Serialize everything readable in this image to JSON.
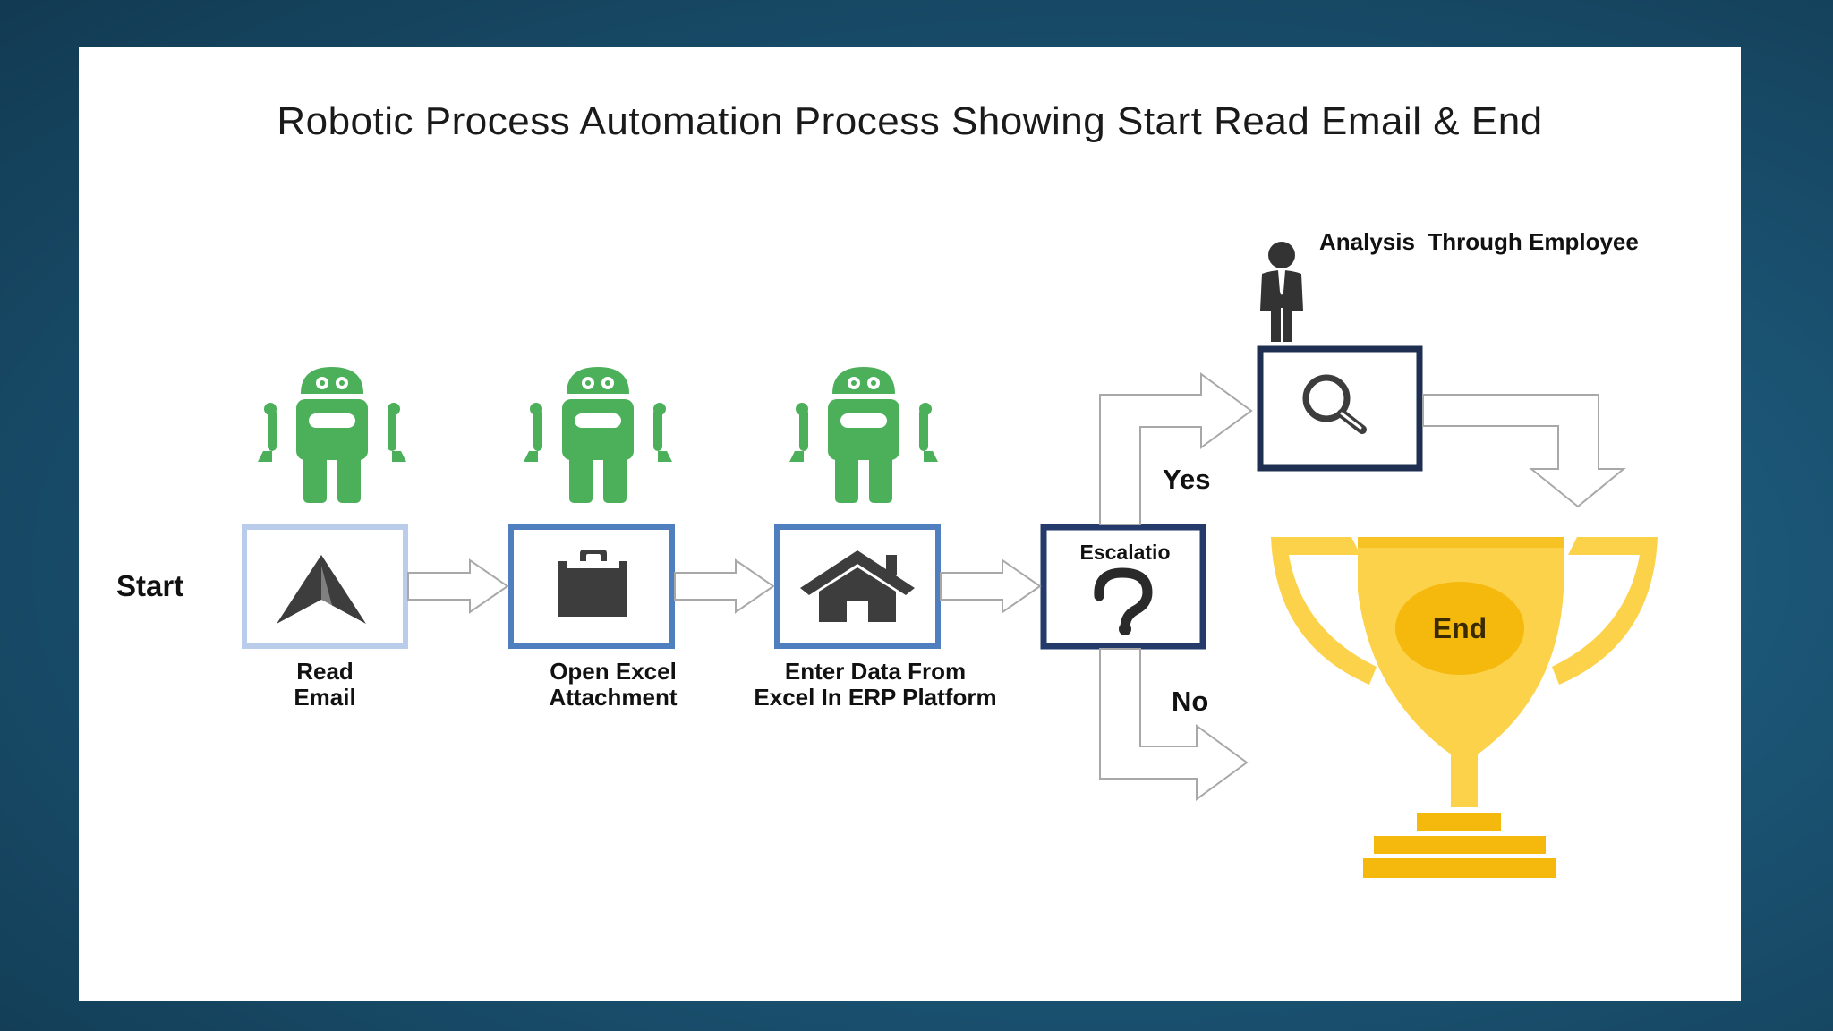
{
  "title": "Robotic Process Automation Process Showing Start Read Email & End",
  "start_label": "Start",
  "steps": [
    {
      "line1": "Read",
      "line2": "Email",
      "icon": "navigation-arrow-icon"
    },
    {
      "line1": "Open Excel",
      "line2": "Attachment",
      "icon": "clipboard-icon"
    },
    {
      "line1": "Enter Data From",
      "line2": "Excel In ERP Platform",
      "icon": "house-icon"
    }
  ],
  "decision": {
    "label": "Escalatio",
    "icon": "question-mark-icon"
  },
  "yes_label": "Yes",
  "no_label": "No",
  "analysis_label": "Analysis  Through Employee",
  "end_label": "End",
  "colors": {
    "background": "#1b5575",
    "robot_green": "#4caf5a",
    "step1_border": "#b9cdea",
    "step_border": "#4f7fbf",
    "decision_border": "#233a6b",
    "trophy": "#fbd24a",
    "trophy_dark": "#f5b80c",
    "arrow_stroke": "#a8a8a8"
  }
}
